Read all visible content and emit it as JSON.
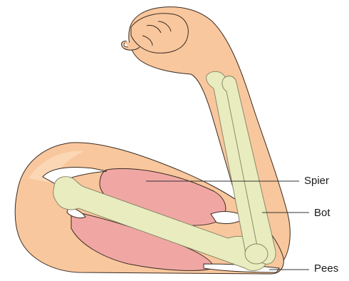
{
  "labels": {
    "muscle": "Spier",
    "bone": "Bot",
    "tendon": "Pees"
  },
  "colors": {
    "skin": "#f9c79d",
    "skin_outline": "#3a2b22",
    "muscle": "#f0a7a4",
    "muscle_outline": "#3a2b22",
    "bone": "#e9ecbf",
    "bone_outline": "#8a8a6a",
    "tendon": "#ffffff",
    "leader_line": "#333333"
  }
}
